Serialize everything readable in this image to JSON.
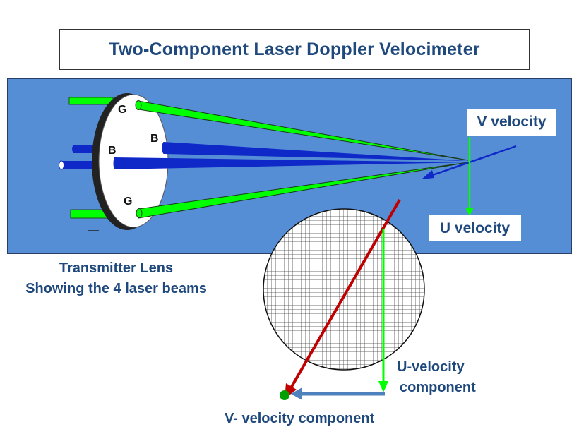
{
  "title": "Two-Component Laser Doppler Velocimeter",
  "lens_labels": {
    "green": "G",
    "blue": "B"
  },
  "v_velocity_label": "V velocity",
  "u_velocity_label": "U velocity",
  "transmitter_caption": [
    "Transmitter Lens",
    "Showing the 4 laser beams"
  ],
  "u_component_caption": [
    "U-velocity",
    "component"
  ],
  "v_component_caption": "V- velocity component",
  "colors": {
    "panel_blue": "#558ed5",
    "text_blue": "#1f497d",
    "beam_green": "#00ff00",
    "beam_blue": "#0f28c8",
    "arrow_red": "#c00000",
    "arrow_steel": "#4f81bd",
    "dot_green": "#00a000"
  }
}
